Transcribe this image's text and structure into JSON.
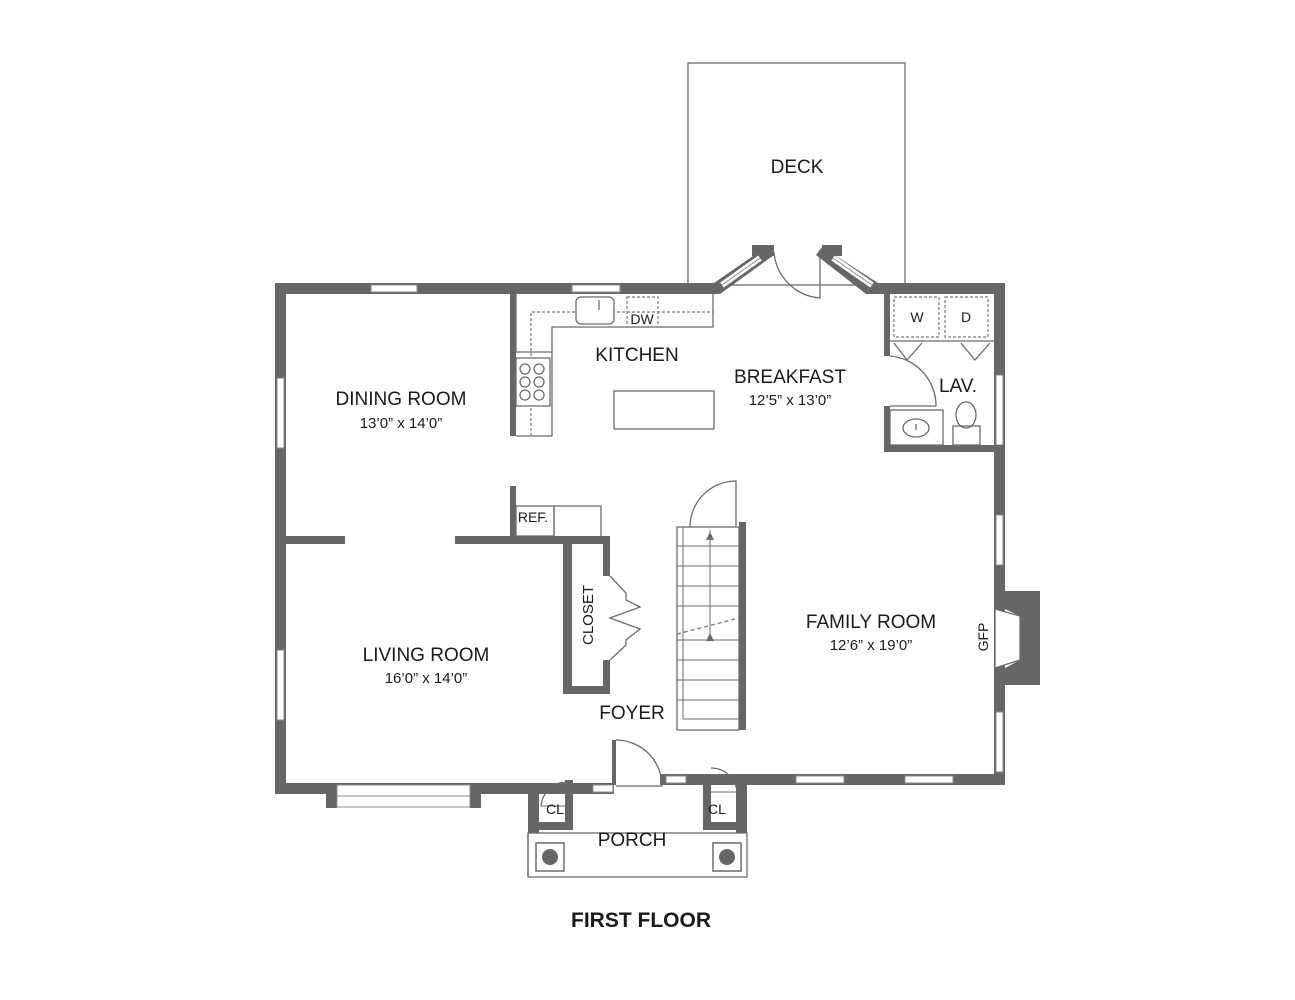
{
  "title": "FIRST FLOOR",
  "rooms": {
    "deck": {
      "name": "DECK"
    },
    "kitchen": {
      "name": "KITCHEN"
    },
    "breakfast": {
      "name": "BREAKFAST",
      "dims": "12’5” x 13’0”"
    },
    "dining": {
      "name": "DINING ROOM",
      "dims": "13’0” x 14’0”"
    },
    "living": {
      "name": "LIVING ROOM",
      "dims": "16’0” x 14’0”"
    },
    "family": {
      "name": "FAMILY ROOM",
      "dims": "12’6” x 19’0”"
    },
    "foyer": {
      "name": "FOYER"
    },
    "porch": {
      "name": "PORCH"
    },
    "lav": {
      "name": "LAV."
    },
    "closet": {
      "name": "CLOSET"
    }
  },
  "fixtures": {
    "dishwasher": "DW",
    "refrigerator": "REF.",
    "washer": "W",
    "dryer": "D",
    "fireplace": "GFP",
    "closet_left": "CL",
    "closet_right": "CL"
  },
  "colors": {
    "wall": "#666666",
    "line": "#6b6b6b",
    "text": "#1a1a1a"
  }
}
